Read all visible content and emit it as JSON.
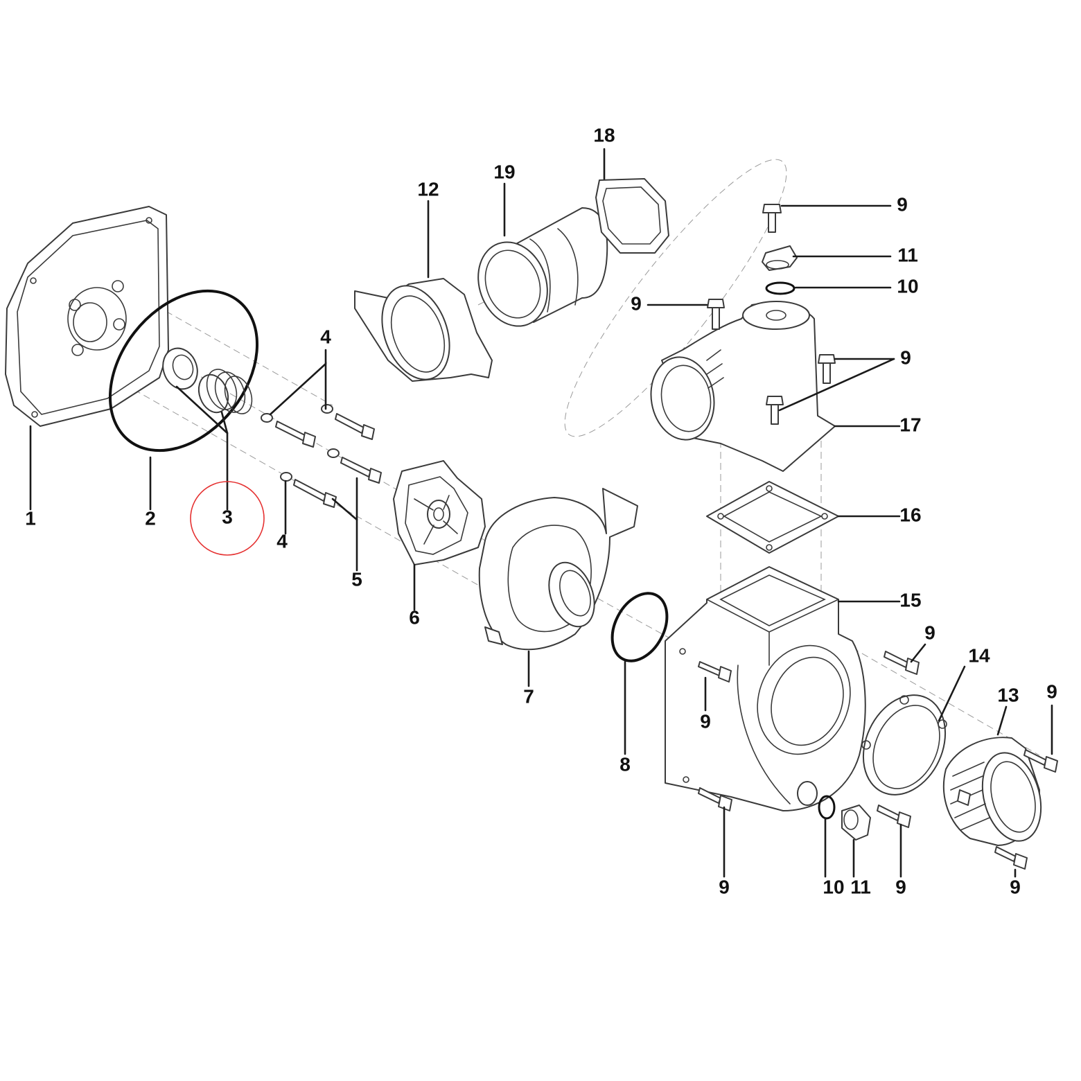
{
  "diagram": {
    "highlight_color": "#e53030",
    "line_color": "#3a3a3a",
    "leader_color": "#1a1a1a",
    "callouts": {
      "c1": "1",
      "c2": "2",
      "c3": "3",
      "c4a": "4",
      "c4b": "4",
      "c5": "5",
      "c6": "6",
      "c7": "7",
      "c8": "8",
      "c9_top": "9",
      "c9_left": "9",
      "c9_right": "9",
      "c9_mid": "9",
      "c9_casing_left": "9",
      "c9_flange": "9",
      "c9_bottom_left": "9",
      "c9_bottom_mid": "9",
      "c9_bottom_right": "9",
      "c10_top": "10",
      "c10_bottom": "10",
      "c11_top": "11",
      "c11_bottom": "11",
      "c12": "12",
      "c13": "13",
      "c14": "14",
      "c15": "15",
      "c16": "16",
      "c17": "17",
      "c18": "18",
      "c19": "19"
    }
  }
}
